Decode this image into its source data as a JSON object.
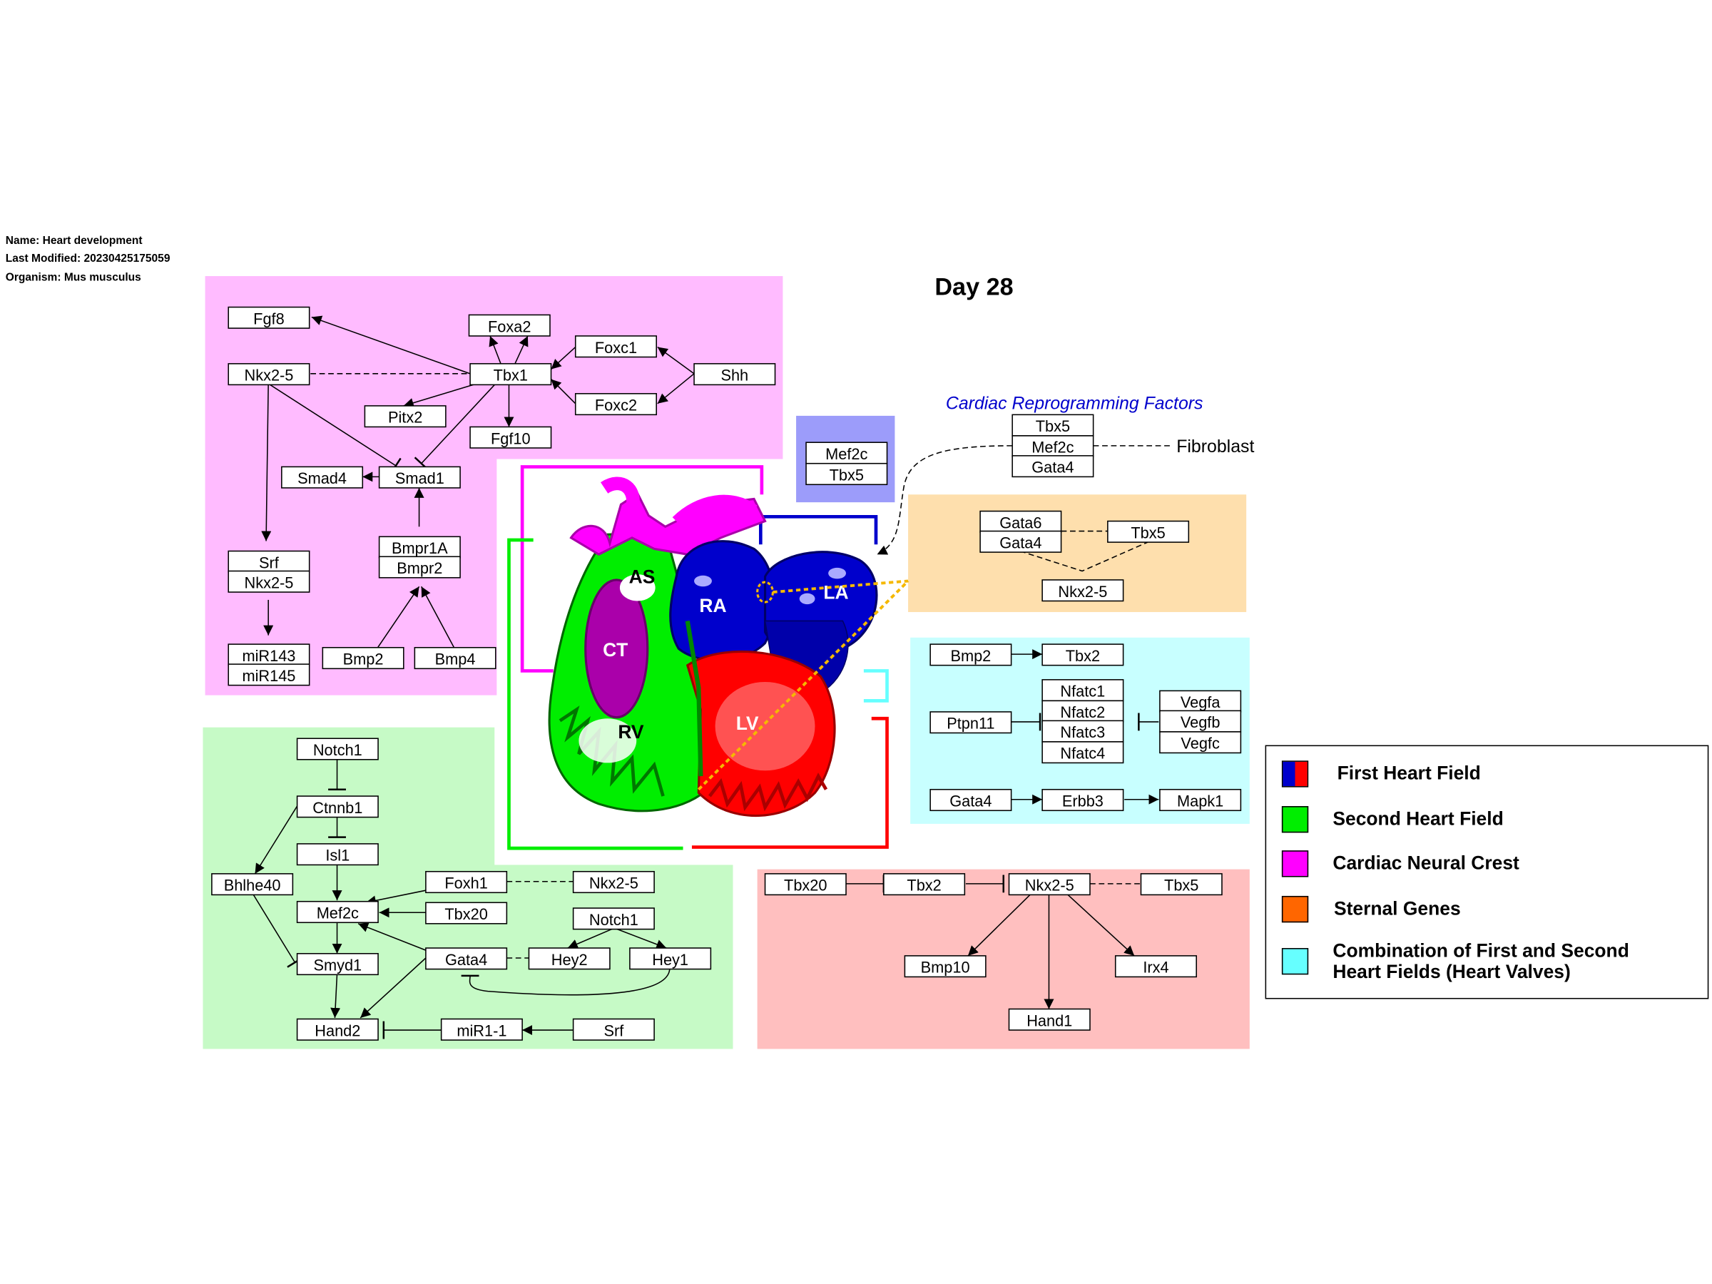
{
  "meta": {
    "name_line": "Name: Heart development",
    "modified_line": "Last Modified: 20230425175059",
    "organism_line": "Organism: Mus musculus"
  },
  "title": "Day 28",
  "reprogramming": {
    "heading": "Cardiac Reprogramming Factors",
    "factors": [
      "Tbx5",
      "Mef2c",
      "Gata4"
    ],
    "target": "Fibroblast"
  },
  "heart_labels": [
    "AS",
    "RA",
    "LA",
    "CT",
    "RV",
    "LV"
  ],
  "colors": {
    "neural_crest_bg": "#ffbbff",
    "second_field_bg": "#c6fac6",
    "first_field_bg": "#ffbfbf",
    "valves_bg": "#c8ffff",
    "sternal_bg": "#fedfad",
    "blue_box_bg": "#9c9cfa",
    "first_field_blue": "#0000cc",
    "first_field_red": "#ff0000",
    "second_field_green": "#00ee00",
    "neural_crest_magenta": "#ff00ff",
    "sternal_orange": "#ff6600",
    "valves_cyan": "#66ffff",
    "link_blue": "#0000cc"
  },
  "genes": {
    "nc_fgf8": "Fgf8",
    "nc_foxa2": "Foxa2",
    "nc_foxc1": "Foxc1",
    "nc_nkx25": "Nkx2-5",
    "nc_tbx1": "Tbx1",
    "nc_shh": "Shh",
    "nc_pitx2": "Pitx2",
    "nc_foxc2": "Foxc2",
    "nc_fgf10": "Fgf10",
    "nc_smad4": "Smad4",
    "nc_smad1": "Smad1",
    "nc_srf": "Srf",
    "nc_nkx25b": "Nkx2-5",
    "nc_bmpr1a": "Bmpr1A",
    "nc_bmpr2": "Bmpr2",
    "nc_mir143": "miR143",
    "nc_mir145": "miR145",
    "nc_bmp2": "Bmp2",
    "nc_bmp4": "Bmp4",
    "bb_mef2c": "Mef2c",
    "bb_tbx5": "Tbx5",
    "st_gata6": "Gata6",
    "st_gata4": "Gata4",
    "st_tbx5": "Tbx5",
    "st_nkx25": "Nkx2-5",
    "cy_bmp2": "Bmp2",
    "cy_tbx2": "Tbx2",
    "cy_ptpn11": "Ptpn11",
    "cy_nfatc1": "Nfatc1",
    "cy_nfatc2": "Nfatc2",
    "cy_nfatc3": "Nfatc3",
    "cy_nfatc4": "Nfatc4",
    "cy_vegfa": "Vegfa",
    "cy_vegfb": "Vegfb",
    "cy_vegfc": "Vegfc",
    "cy_gata4": "Gata4",
    "cy_erbb3": "Erbb3",
    "cy_mapk1": "Mapk1",
    "gr_notch1": "Notch1",
    "gr_ctnnb1": "Ctnnb1",
    "gr_isl1": "Isl1",
    "gr_bhlhe40": "Bhlhe40",
    "gr_foxh1": "Foxh1",
    "gr_nkx25": "Nkx2-5",
    "gr_mef2c": "Mef2c",
    "gr_tbx20": "Tbx20",
    "gr_notch1b": "Notch1",
    "gr_gata4": "Gata4",
    "gr_hey2": "Hey2",
    "gr_hey1": "Hey1",
    "gr_smyd1": "Smyd1",
    "gr_hand2": "Hand2",
    "gr_mir11": "miR1-1",
    "gr_srf": "Srf",
    "rd_tbx20": "Tbx20",
    "rd_tbx2": "Tbx2",
    "rd_nkx25": "Nkx2-5",
    "rd_tbx5": "Tbx5",
    "rd_bmp10": "Bmp10",
    "rd_irx4": "Irx4",
    "rd_hand1": "Hand1"
  },
  "legend": [
    {
      "label": "First Heart Field",
      "icon": "blue-red-swatch"
    },
    {
      "label": "Second Heart Field",
      "icon": "green-swatch"
    },
    {
      "label": "Cardiac Neural Crest",
      "icon": "magenta-swatch"
    },
    {
      "label": "Sternal Genes",
      "icon": "orange-swatch"
    },
    {
      "label": "Combination of First and Second\nHeart Fields (Heart Valves)",
      "icon": "cyan-swatch"
    }
  ]
}
